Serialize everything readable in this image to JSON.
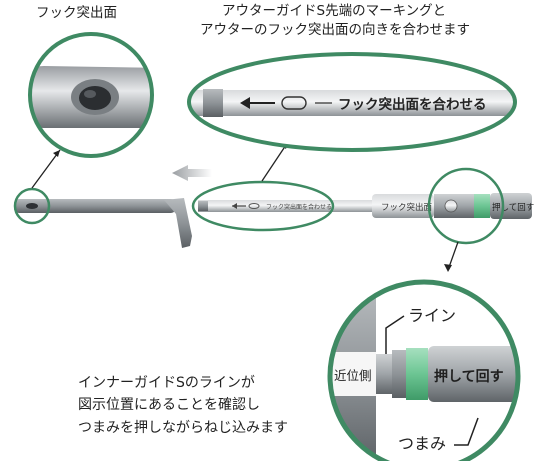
{
  "captions": {
    "hook_surface": "フック突出面",
    "marking_line1": "アウターガイドS先端のマーキングと",
    "marking_line2": "アウターのフック突出面の向きを合わせます",
    "inner_line1": "インナーガイドSのラインが",
    "inner_line2": "図示位置にあることを確認し",
    "inner_line3": "つまみを押しながらねじ込みます"
  },
  "labels": {
    "align_hook_surface": "フック突出面を合わせる",
    "hook_surface_small": "フック突出面",
    "push_turn": "押して回す",
    "proximal_side": "近位側",
    "line": "ライン",
    "knob": "つまみ"
  },
  "colors": {
    "circle_green": "#3f8a63",
    "knob_green": "#6cc593",
    "metal": "#a3a7ab",
    "metal_dark": "#5c6166"
  }
}
